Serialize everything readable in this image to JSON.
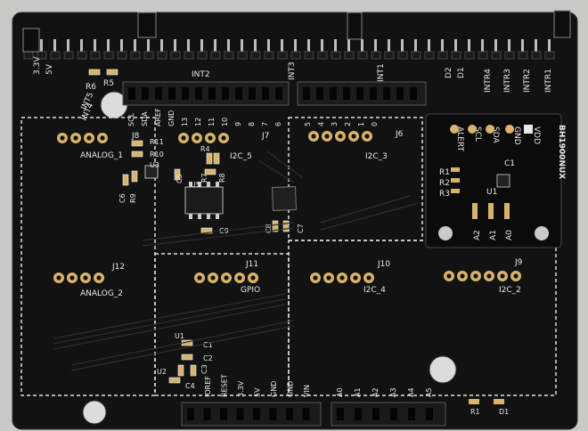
{
  "photo": {
    "colors": {
      "background": "#c9c9c7",
      "pcb": "#121212",
      "silkscreen": "#e8e8e8",
      "pad_gold": "#d8b36a",
      "header_black": "#1a1a1a",
      "module_pcb": "#0b0b0b"
    },
    "top_labels": [
      "3.3V",
      "5V",
      "R6",
      "R5",
      "INT5",
      "INT4",
      "INT3",
      "INT2",
      "INT1",
      "D1",
      "D2",
      "INTR4",
      "INTR3",
      "INTR2",
      "INTR1"
    ],
    "pin_row_labels": [
      "SCL",
      "SDA",
      "AREF",
      "GND",
      "13",
      "12",
      "11",
      "10",
      "9",
      "8",
      "7",
      "6",
      "5",
      "4",
      "3",
      "2",
      "1",
      "0"
    ],
    "connectors": {
      "j8": {
        "ref": "J8",
        "name": "ANALOG_1"
      },
      "j7": {
        "ref": "J7",
        "name": "I2C_5"
      },
      "j6": {
        "ref": "J6",
        "name": "I2C_3"
      },
      "j12": {
        "ref": "J12",
        "name": "ANALOG_2"
      },
      "j11": {
        "ref": "J11",
        "name": "GPIO"
      },
      "j10": {
        "ref": "J10",
        "name": "I2C_4"
      },
      "j9": {
        "ref": "J9",
        "name": "I2C_2"
      }
    },
    "components": [
      "R11",
      "R10",
      "R9",
      "R7",
      "R8",
      "R4",
      "U3",
      "U5",
      "C5",
      "C6",
      "C7",
      "C8",
      "C9",
      "U1",
      "U2",
      "C1",
      "C2",
      "C3",
      "C4",
      "R1",
      "D1"
    ],
    "module": {
      "name": "BH1900NUX",
      "pins": [
        "VDD",
        "GND",
        "SDA",
        "SCL",
        "ALERT"
      ],
      "resistors": [
        "R1",
        "R2",
        "R3"
      ],
      "chip": "U1",
      "cap": "C1",
      "addr_pins": [
        "A2",
        "A1",
        "A0"
      ]
    },
    "bottom_labels": [
      "IOREF",
      "RESET",
      "3.3V",
      "5V",
      "GND",
      "GND",
      "VIN",
      "A0",
      "A1",
      "A2",
      "A3",
      "A4",
      "A5"
    ]
  }
}
